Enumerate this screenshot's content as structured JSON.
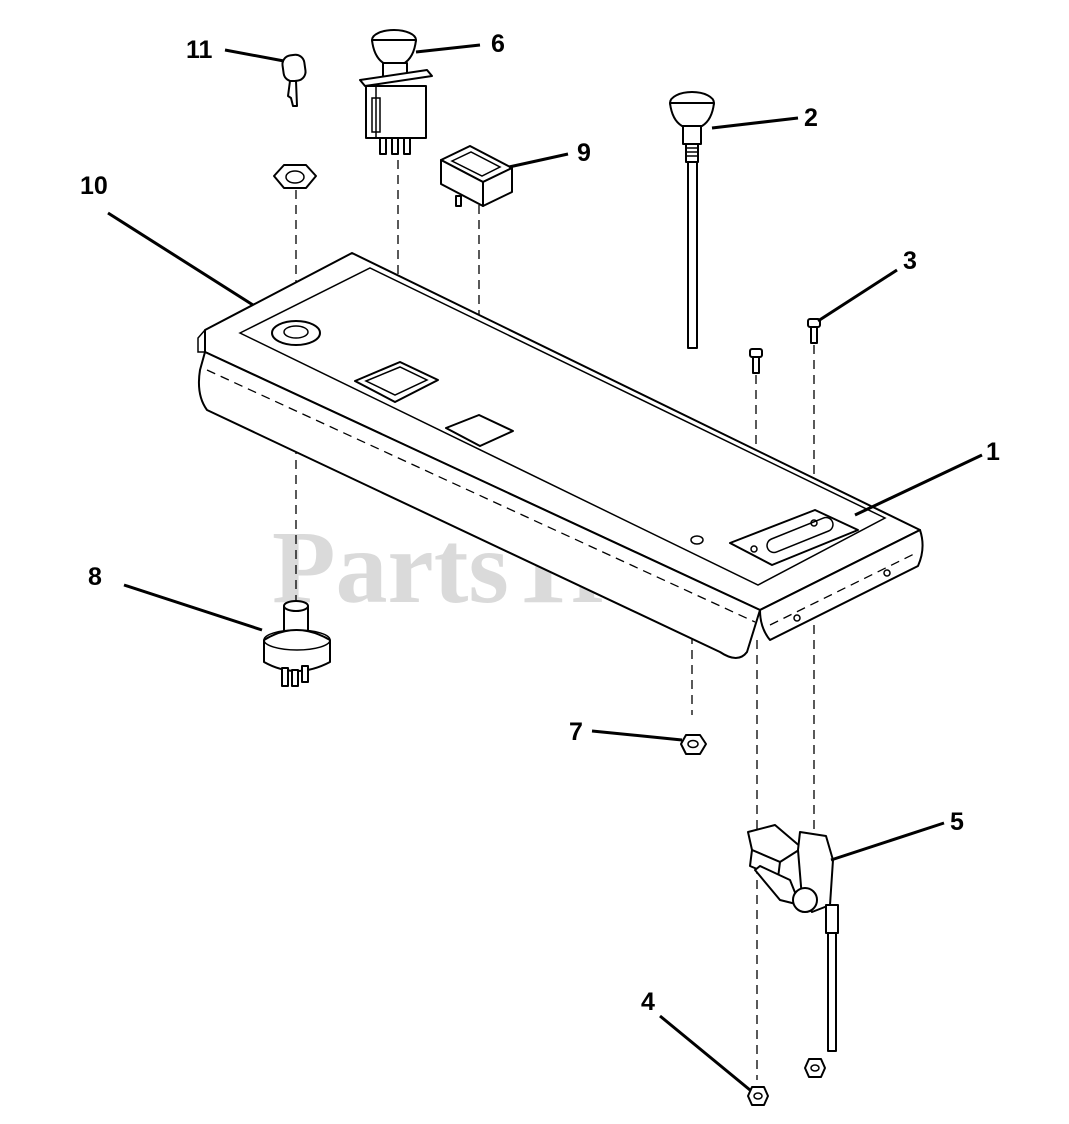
{
  "watermark": {
    "text": "PartsTree",
    "trademark": "™"
  },
  "callouts": {
    "c1": "1",
    "c2": "2",
    "c3": "3",
    "c4": "4",
    "c5": "5",
    "c6": "6",
    "c7": "7",
    "c8": "8",
    "c9": "9",
    "c10": "10",
    "c11": "11"
  }
}
